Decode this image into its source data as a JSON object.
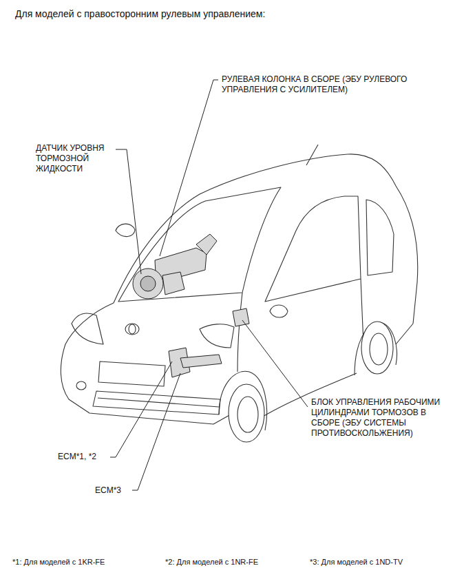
{
  "diagram": {
    "title": "Для моделей с правосторонним рулевым управлением:",
    "labels": [
      "РУЛЕВАЯ КОЛОНКА В СБОРЕ (ЭБУ РУЛЕВОГО УПРАВЛЕНИЯ С УСИЛИТЕЛЕМ)",
      "ДАТЧИК УРОВНЯ ТОРМОЗНОЙ ЖИДКОСТИ",
      "БЛОК УПРАВЛЕНИЯ РАБОЧИМИ ЦИЛИНДРАМИ ТОРМОЗОВ В СБОРЕ (ЭБУ СИСТЕМЫ ПРОТИВОСКОЛЬЖЕНИЯ)",
      "ECM*1, *2",
      "ECM*3",
      "*1: Для моделей с 1KR-FE",
      "*2: Для моделей с 1NR-FE",
      "*3: Для моделей с 1ND-TV"
    ]
  }
}
